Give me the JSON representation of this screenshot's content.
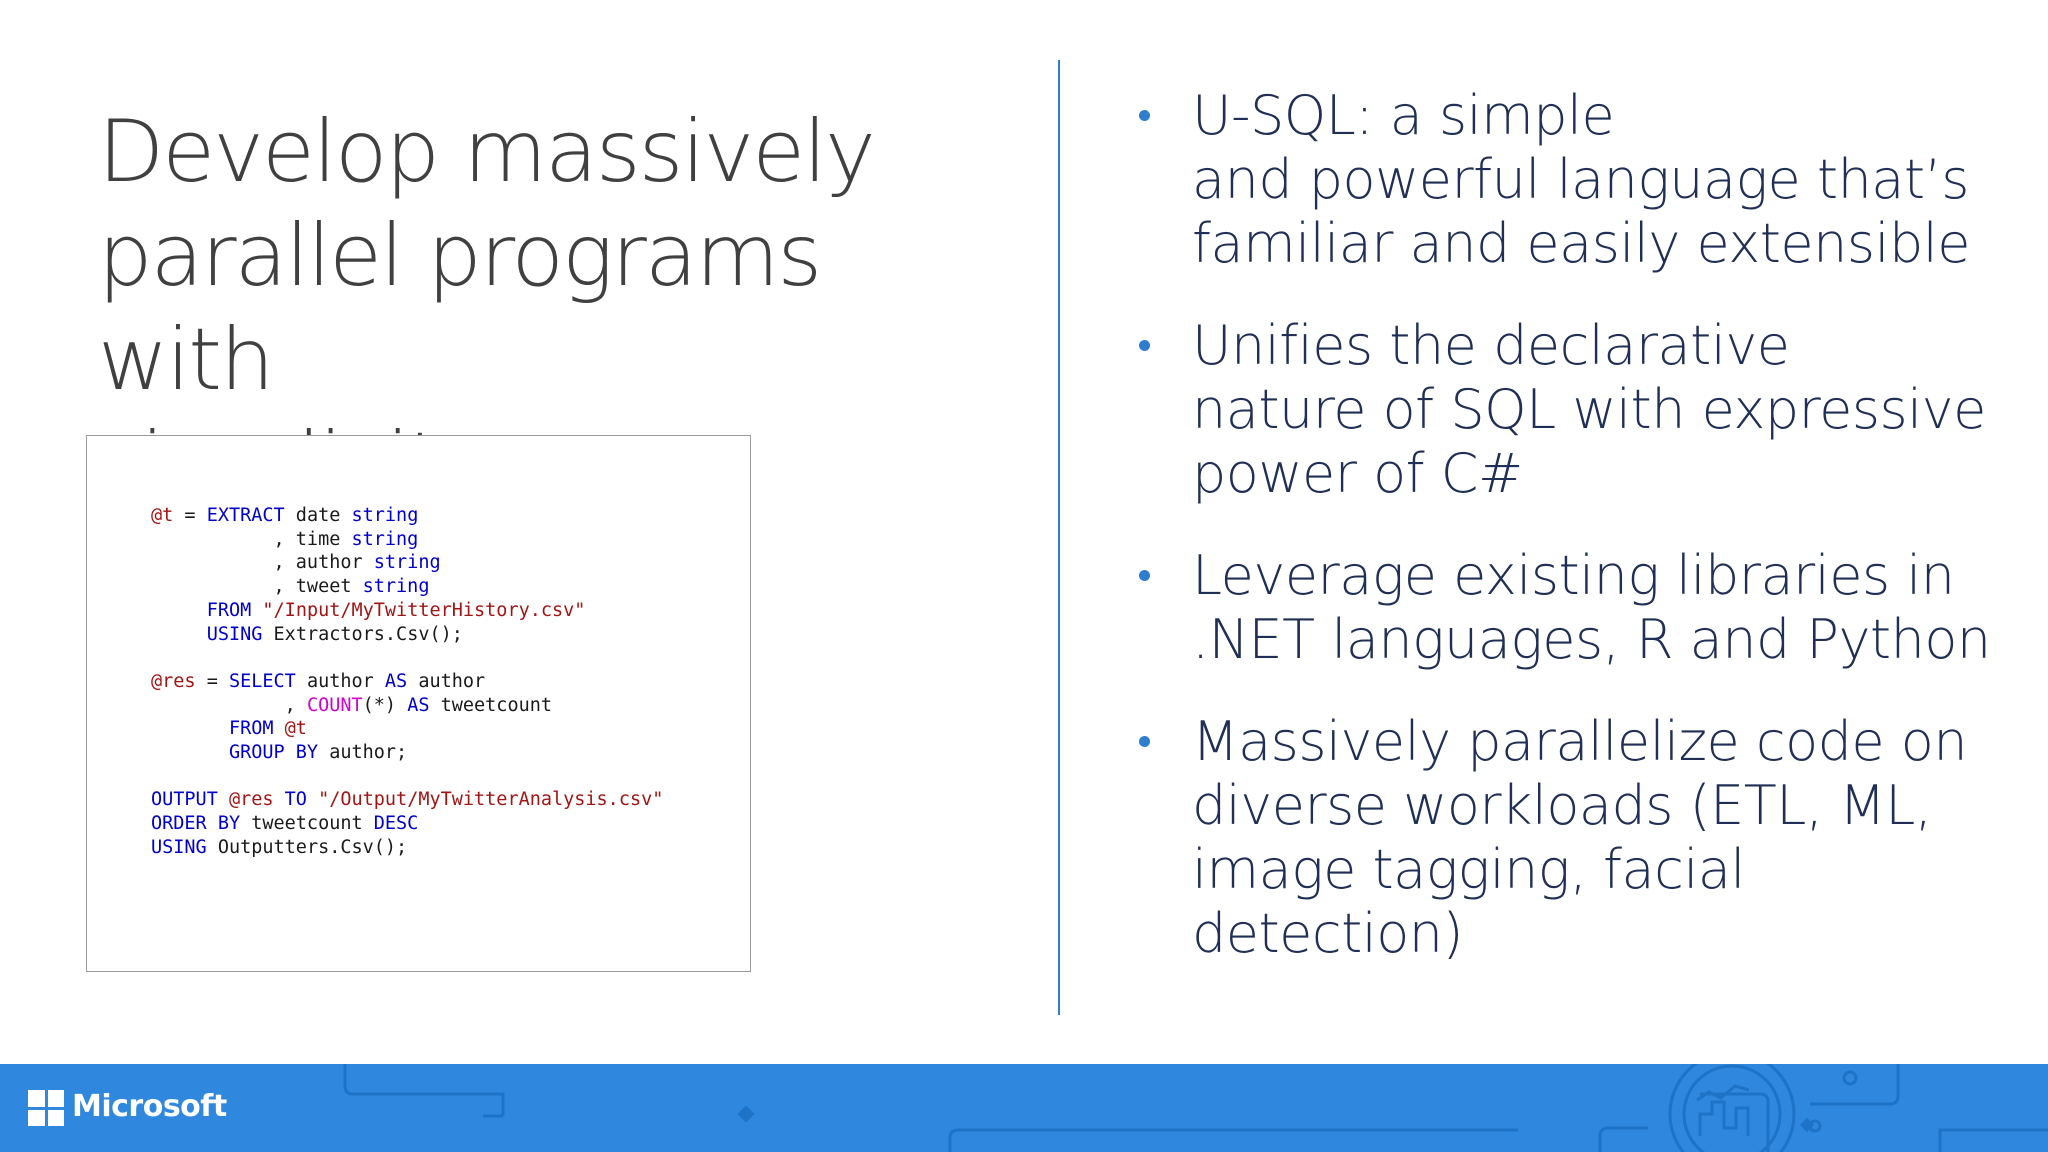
{
  "slide": {
    "title_lines": [
      "Develop massively",
      "parallel programs with",
      "simplicity"
    ]
  },
  "code": {
    "lines": [
      [
        {
          "t": "@t",
          "c": "var"
        },
        {
          "t": " = ",
          "c": "id"
        },
        {
          "t": "EXTRACT",
          "c": "kw"
        },
        {
          "t": " date ",
          "c": "id"
        },
        {
          "t": "string",
          "c": "kw"
        }
      ],
      [
        {
          "t": "           , time ",
          "c": "id"
        },
        {
          "t": "string",
          "c": "kw"
        }
      ],
      [
        {
          "t": "           , author ",
          "c": "id"
        },
        {
          "t": "string",
          "c": "kw"
        }
      ],
      [
        {
          "t": "           , tweet ",
          "c": "id"
        },
        {
          "t": "string",
          "c": "kw"
        }
      ],
      [
        {
          "t": "     ",
          "c": "id"
        },
        {
          "t": "FROM",
          "c": "kw"
        },
        {
          "t": " ",
          "c": "id"
        },
        {
          "t": "\"/Input/MyTwitterHistory.csv\"",
          "c": "str"
        }
      ],
      [
        {
          "t": "     ",
          "c": "id"
        },
        {
          "t": "USING",
          "c": "kw"
        },
        {
          "t": " Extractors.Csv();",
          "c": "id"
        }
      ],
      [
        {
          "t": "",
          "c": "id"
        }
      ],
      [
        {
          "t": "@res",
          "c": "var"
        },
        {
          "t": " = ",
          "c": "id"
        },
        {
          "t": "SELECT",
          "c": "kw"
        },
        {
          "t": " author ",
          "c": "id"
        },
        {
          "t": "AS",
          "c": "kw"
        },
        {
          "t": " author",
          "c": "id"
        }
      ],
      [
        {
          "t": "            , ",
          "c": "id"
        },
        {
          "t": "COUNT",
          "c": "fn"
        },
        {
          "t": "(*) ",
          "c": "id"
        },
        {
          "t": "AS",
          "c": "kw"
        },
        {
          "t": " tweetcount",
          "c": "id"
        }
      ],
      [
        {
          "t": "       ",
          "c": "id"
        },
        {
          "t": "FROM",
          "c": "kw"
        },
        {
          "t": " ",
          "c": "id"
        },
        {
          "t": "@t",
          "c": "var"
        }
      ],
      [
        {
          "t": "       ",
          "c": "id"
        },
        {
          "t": "GROUP BY",
          "c": "kw"
        },
        {
          "t": " author;",
          "c": "id"
        }
      ],
      [
        {
          "t": "",
          "c": "id"
        }
      ],
      [
        {
          "t": "OUTPUT",
          "c": "kw"
        },
        {
          "t": " ",
          "c": "id"
        },
        {
          "t": "@res",
          "c": "var"
        },
        {
          "t": " ",
          "c": "id"
        },
        {
          "t": "TO",
          "c": "kw"
        },
        {
          "t": " ",
          "c": "id"
        },
        {
          "t": "\"/Output/MyTwitterAnalysis.csv\"",
          "c": "str"
        }
      ],
      [
        {
          "t": "ORDER BY",
          "c": "kw"
        },
        {
          "t": " tweetcount ",
          "c": "id"
        },
        {
          "t": "DESC",
          "c": "kw"
        }
      ],
      [
        {
          "t": "USING",
          "c": "kw"
        },
        {
          "t": " Outputters.Csv();",
          "c": "id"
        }
      ]
    ]
  },
  "bullets": [
    {
      "lines": [
        "U-SQL: a simple",
        "and powerful language that’s",
        "familiar and easily extensible"
      ]
    },
    {
      "lines": [
        "Unifies the declarative",
        "nature of SQL with expressive",
        "power of C#"
      ]
    },
    {
      "lines": [
        "Leverage existing libraries in",
        ".NET languages, R and Python"
      ]
    },
    {
      "lines": [
        "Massively parallelize code on",
        "diverse workloads (ETL, ML,",
        "image tagging, facial detection)"
      ]
    }
  ],
  "footer": {
    "brand": "Microsoft",
    "logo_icon": "windows-logo-icon"
  },
  "colors": {
    "accent": "#2f87de",
    "divider": "#2f7fcf",
    "bullet_dot": "#2e7dcf",
    "keyword": "#0000cc",
    "variable": "#a31515",
    "function": "#d000d0"
  }
}
